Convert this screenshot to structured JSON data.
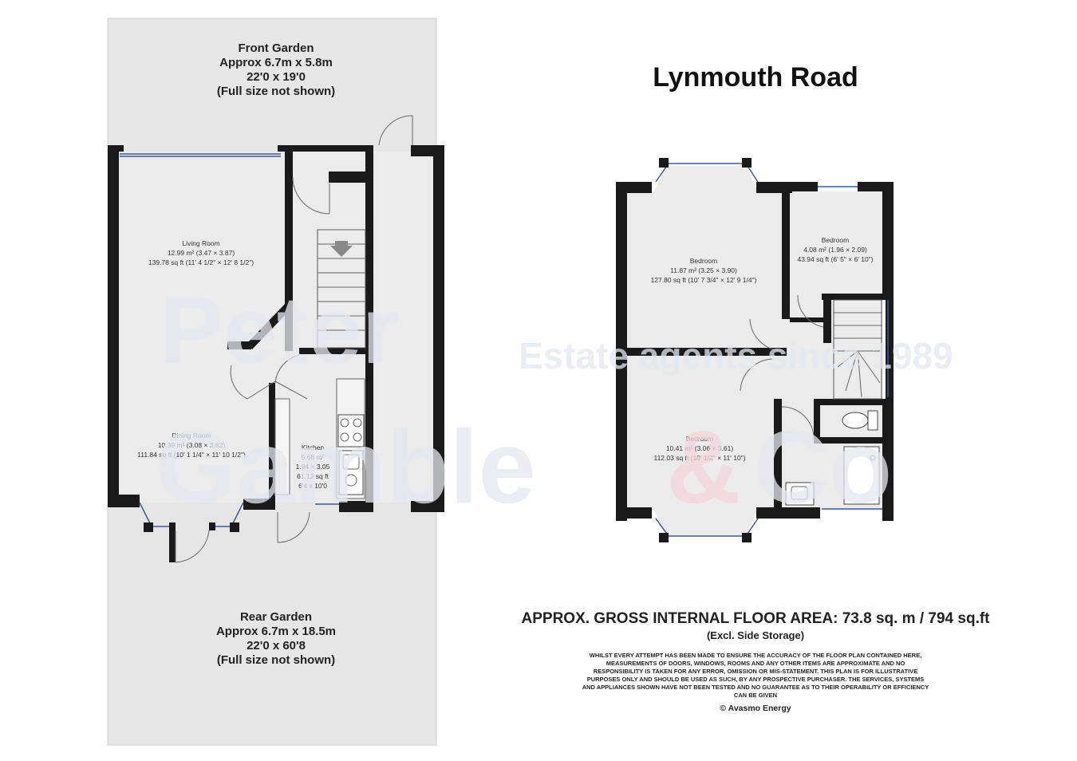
{
  "title": "Lynmouth Road",
  "front_garden": [
    "Front Garden",
    "Approx 6.7m x 5.8m",
    "22'0 x 19'0",
    "(Full size not shown)"
  ],
  "rear_garden": [
    "Rear Garden",
    "Approx 6.7m x 18.5m",
    "22'0 x 60'8",
    "(Full size not shown)"
  ],
  "rooms": {
    "living_room": [
      "Living Room",
      "12.99 m² (3.47 × 3.87)",
      "139.78 sq ft (11' 4 1/2\" × 12' 8 1/2\")"
    ],
    "dining_room": [
      "Dining Room",
      "10.39 m² (3.08 × 3.62)",
      "111.84 sq ft (10' 1 1/4\" × 11' 10 1/2\")"
    ],
    "kitchen": [
      "Kitchen",
      "5.68 m²",
      "1.94 × 3.05",
      "61.12 sq ft",
      "6'4 x 10'0"
    ],
    "bedroom_1": [
      "Bedroom",
      "11.87 m² (3.25 × 3.90)",
      "127.80 sq ft (10' 7 3/4\" × 12' 9 1/4\")"
    ],
    "bedroom_2": [
      "Bedroom",
      "4.08 m² (1.96 × 2.09)",
      "43.94 sq ft (6' 5\" × 6' 10\")"
    ],
    "bedroom_3": [
      "Bedroom",
      "10.41 m² (3.06 × 3.61)",
      "112.03 sq ft (10' 1/2\" × 11' 10\")"
    ]
  },
  "watermark": {
    "line1": "Peter",
    "line2": "Gamble",
    "amp": "&",
    "co": "Co",
    "tagline": "Estate agents since 1989"
  },
  "floor_area": "APPROX. GROSS INTERNAL FLOOR AREA: 73.8 sq. m / 794 sq.ft",
  "excl": "(Excl. Side Storage)",
  "disclaimer": [
    "WHILST EVERY ATTEMPT HAS BEEN MADE TO ENSURE THE ACCURACY OF THE FLOOR PLAN CONTAINED HERE,",
    "MEASUREMENTS OF DOORS, WINDOWS, ROOMS AND ANY OTHER ITEMS ARE APPROXIMATE AND NO",
    "RESPONSIBILITY IS TAKEN FOR ANY ERROR, OMISSION OR MIS-STATEMENT. THIS PLAN IS FOR ILLUSTRATIVE",
    "PURPOSES ONLY AND SHOULD BE USED AS SUCH, BY ANY PROSPECTIVE PURCHASER. THE SERVICES, SYSTEMS",
    "AND APPLIANCES SHOWN HAVE NOT BEEN TESTED AND NO GUARANTEE AS TO THEIR OPERABILITY OR EFFICIENCY",
    "CAN BE GIVEN"
  ],
  "copyright": "© Avasmo Energy",
  "colors": {
    "garden": "#e6e6e6",
    "floor": "#ebebeb",
    "wall": "#1a1a1a",
    "window": "#3d5a9c",
    "watermark": "#e4e8ef",
    "watermark_accent": "#f5d6dc"
  }
}
